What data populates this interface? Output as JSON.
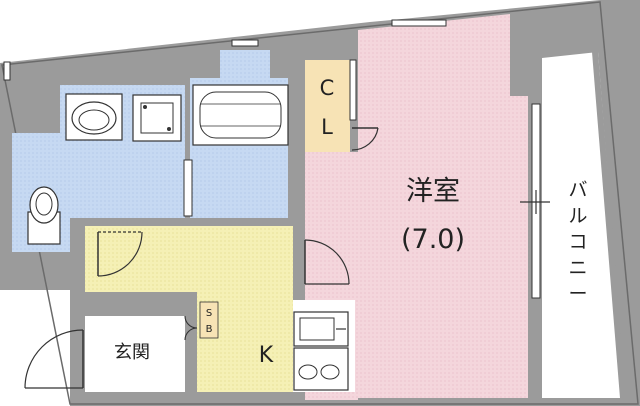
{
  "rooms": {
    "western_room": {
      "name": "洋室",
      "size": "(7.0)"
    },
    "closet": {
      "line1": "C",
      "line2": "L"
    },
    "entrance": {
      "name": "玄関"
    },
    "kitchen": {
      "name": "K"
    },
    "shoe_box": {
      "line1": "S",
      "line2": "B"
    },
    "balcony": {
      "chars": [
        "バ",
        "ル",
        "コ",
        "ニ",
        "ー"
      ]
    }
  },
  "colors": {
    "wall": "#9b9b9b",
    "western_room": "#f4d6dc",
    "wet_area": "#c6d9f2",
    "kitchen_hall": "#f5f0b5",
    "closet": "#f7e3b5",
    "balcony": "#ffffff",
    "fixture_line": "#333333"
  },
  "icons": {
    "washbasin": "washbasin-icon",
    "washer": "washing-machine-pan-icon",
    "bathtub": "bathtub-icon",
    "toilet": "toilet-icon",
    "sink": "kitchen-sink-icon",
    "stove": "stove-icon"
  }
}
